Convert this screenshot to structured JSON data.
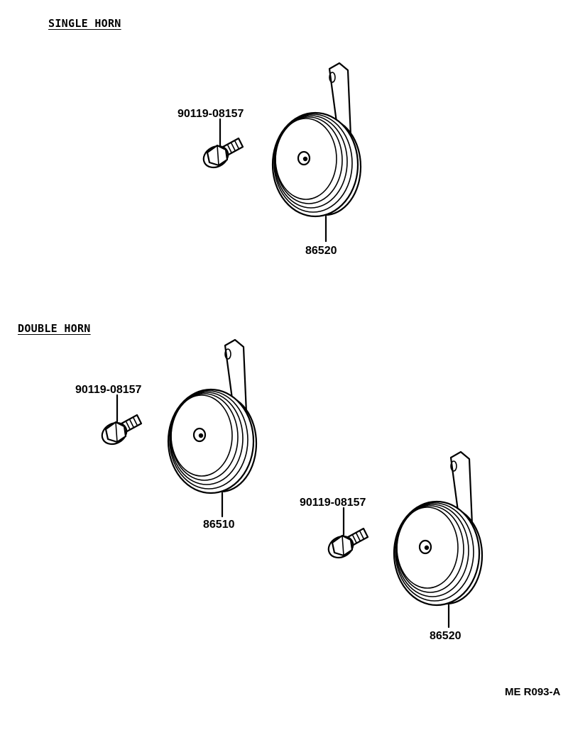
{
  "sections": {
    "single_horn": {
      "title": "SINGLE HORN",
      "bolt_part_number": "90119-08157",
      "horn_part_number": "86520"
    },
    "double_horn": {
      "title": "DOUBLE HORN",
      "left": {
        "bolt_part_number": "90119-08157",
        "horn_part_number": "86510"
      },
      "right": {
        "bolt_part_number": "90119-08157",
        "horn_part_number": "86520"
      }
    }
  },
  "reference_code": "ME  R093-A"
}
